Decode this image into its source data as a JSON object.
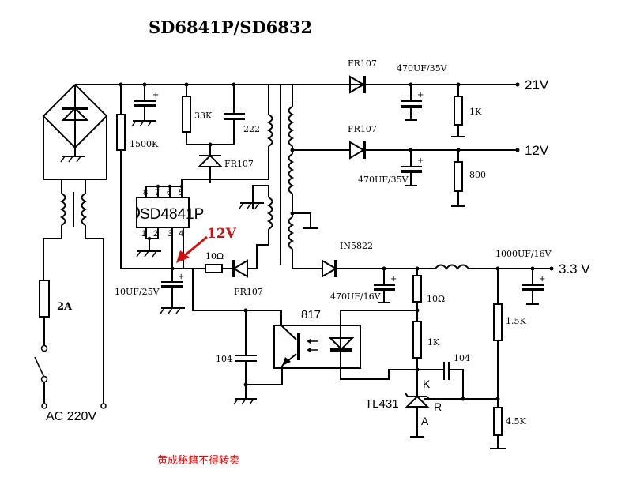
{
  "title": "SD6841P/SD6832",
  "ic": {
    "name": "SD4841P",
    "pins_top": [
      "8",
      "7",
      "6",
      "5"
    ],
    "pins_bottom": [
      "1",
      "2",
      "3",
      "4"
    ]
  },
  "annotation": {
    "text": "12V",
    "color": "#cc1111"
  },
  "footer": {
    "text": "黄成秘籍不得转卖",
    "color": "#ff0000"
  },
  "input": {
    "label": "AC  220V",
    "fuse": "2A"
  },
  "components": {
    "r_start": "1500K",
    "r_snubber": "33K",
    "c_snubber": "222",
    "d_snubber": "FR107",
    "r_vcc": "10Ω",
    "d_vcc": "FR107",
    "c_vcc": "10UF/25V",
    "d_21v": "FR107",
    "c_21v": "470UF/35V",
    "r_21v": "1K",
    "d_12v": "FR107",
    "c_12v": "470UF/35V",
    "r_12v": "800",
    "d_33v": "IN5822",
    "c_33v_1": "470UF/16V",
    "c_33v_2": "1000UF/16V",
    "r_led": "10Ω",
    "r_bias": "1K",
    "c_comp": "104",
    "c_fb": "104",
    "optocoupler": "817",
    "regulator": "TL431",
    "tl431_k": "K",
    "tl431_a": "A",
    "tl431_r": "R",
    "r_div_top": "1.5K",
    "r_div_bot": "4.5K"
  },
  "outputs": [
    "21V",
    "12V",
    "3.3 V"
  ]
}
